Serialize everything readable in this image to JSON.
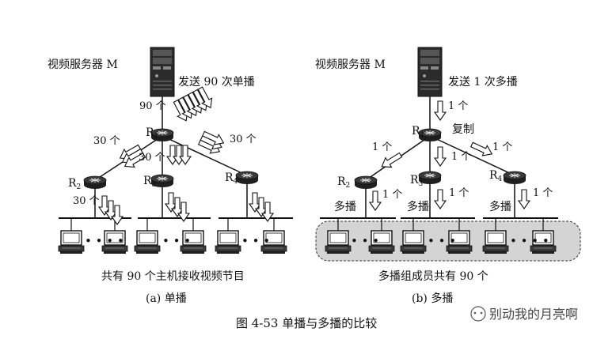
{
  "left": {
    "server_label": "视频服务器 M",
    "send_label": "发送 90 次单播",
    "r1_in": "90 个",
    "r1": "R",
    "r1_sub": "1",
    "r1_to_r2": "30 个",
    "r1_to_r3": "30 个",
    "r1_to_r4": "30 个",
    "r2": "R",
    "r2_sub": "2",
    "r2_out": "30 个",
    "r3": "R",
    "r3_sub": "3",
    "r4": "R",
    "r4_sub": "4",
    "hosts_caption": "共有 90 个主机接收视频节目",
    "caption": "(a) 单播"
  },
  "right": {
    "server_label": "视频服务器 M",
    "send_label": "发送 1 次多播",
    "r1_in": "1 个",
    "r1": "R",
    "r1_sub": "1",
    "copy_label": "复制",
    "r1_to_r2": "1 个",
    "r1_to_r3": "1 个",
    "r1_to_r4": "1 个",
    "r2": "R",
    "r2_sub": "2",
    "r3": "R",
    "r3_sub": "3",
    "r4": "R",
    "r4_sub": "4",
    "lan1": "多播",
    "lan2": "多播",
    "lan3": "多播",
    "out2": "1 个",
    "out3": "1 个",
    "out4": "1 个",
    "hosts_caption": "多播组成员共有 90 个",
    "caption": "(b) 多播"
  },
  "figure_caption": "图 4-53    单播与多播的比较",
  "watermark": "别动我的月亮啊",
  "colors": {
    "group_fill": "#d4d4d4",
    "router": "#1f1f1f"
  }
}
